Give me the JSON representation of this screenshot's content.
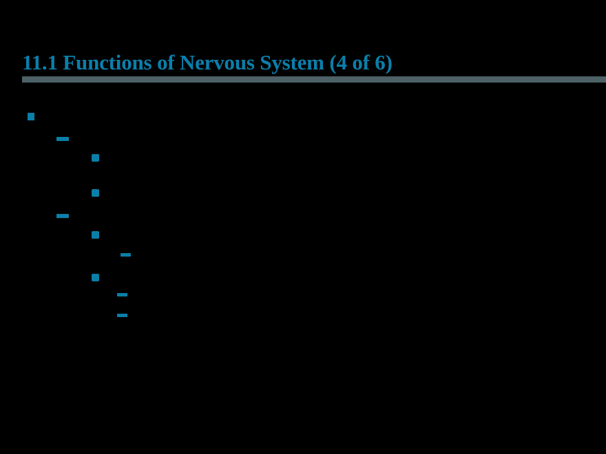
{
  "slide": {
    "background_color": "#000000",
    "accent_color": "#0b7fab",
    "rule_color": "#4d6166",
    "body_text_color": "#000000",
    "title": "11.1 Functions of Nervous System (4 of 6)",
    "bullets": [
      {
        "level": 1,
        "marker": "square-bullet",
        "text": ""
      },
      {
        "level": 2,
        "marker": "dash-bullet",
        "text": ""
      },
      {
        "level": 3,
        "marker": "dot-bullet",
        "text": ""
      },
      {
        "level": 3,
        "marker": "dot-bullet",
        "text": ""
      },
      {
        "level": 2,
        "marker": "dash-bullet",
        "text": ""
      },
      {
        "level": 3,
        "marker": "dot-bullet",
        "text": ""
      },
      {
        "level": 4,
        "marker": "dash-bullet",
        "text": ""
      },
      {
        "level": 3,
        "marker": "dot-bullet",
        "text": ""
      },
      {
        "level": 4,
        "marker": "dash-bullet",
        "text": ""
      },
      {
        "level": 4,
        "marker": "dash-bullet",
        "text": ""
      }
    ]
  }
}
